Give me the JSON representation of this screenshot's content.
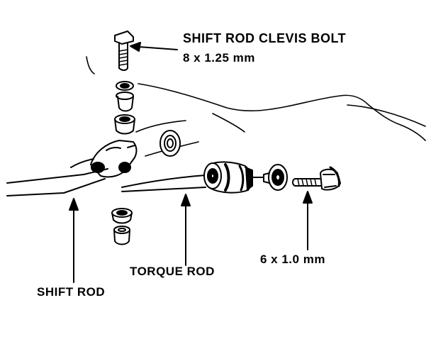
{
  "labels": {
    "clevis_bolt": "SHIFT ROD CLEVIS BOLT",
    "clevis_bolt_size": "8 x 1.25 mm",
    "bolt_size": "6 x 1.0 mm",
    "torque_rod": "TORQUE ROD",
    "shift_rod": "SHIFT ROD"
  },
  "colors": {
    "ink": "#000000",
    "paper": "#ffffff"
  }
}
